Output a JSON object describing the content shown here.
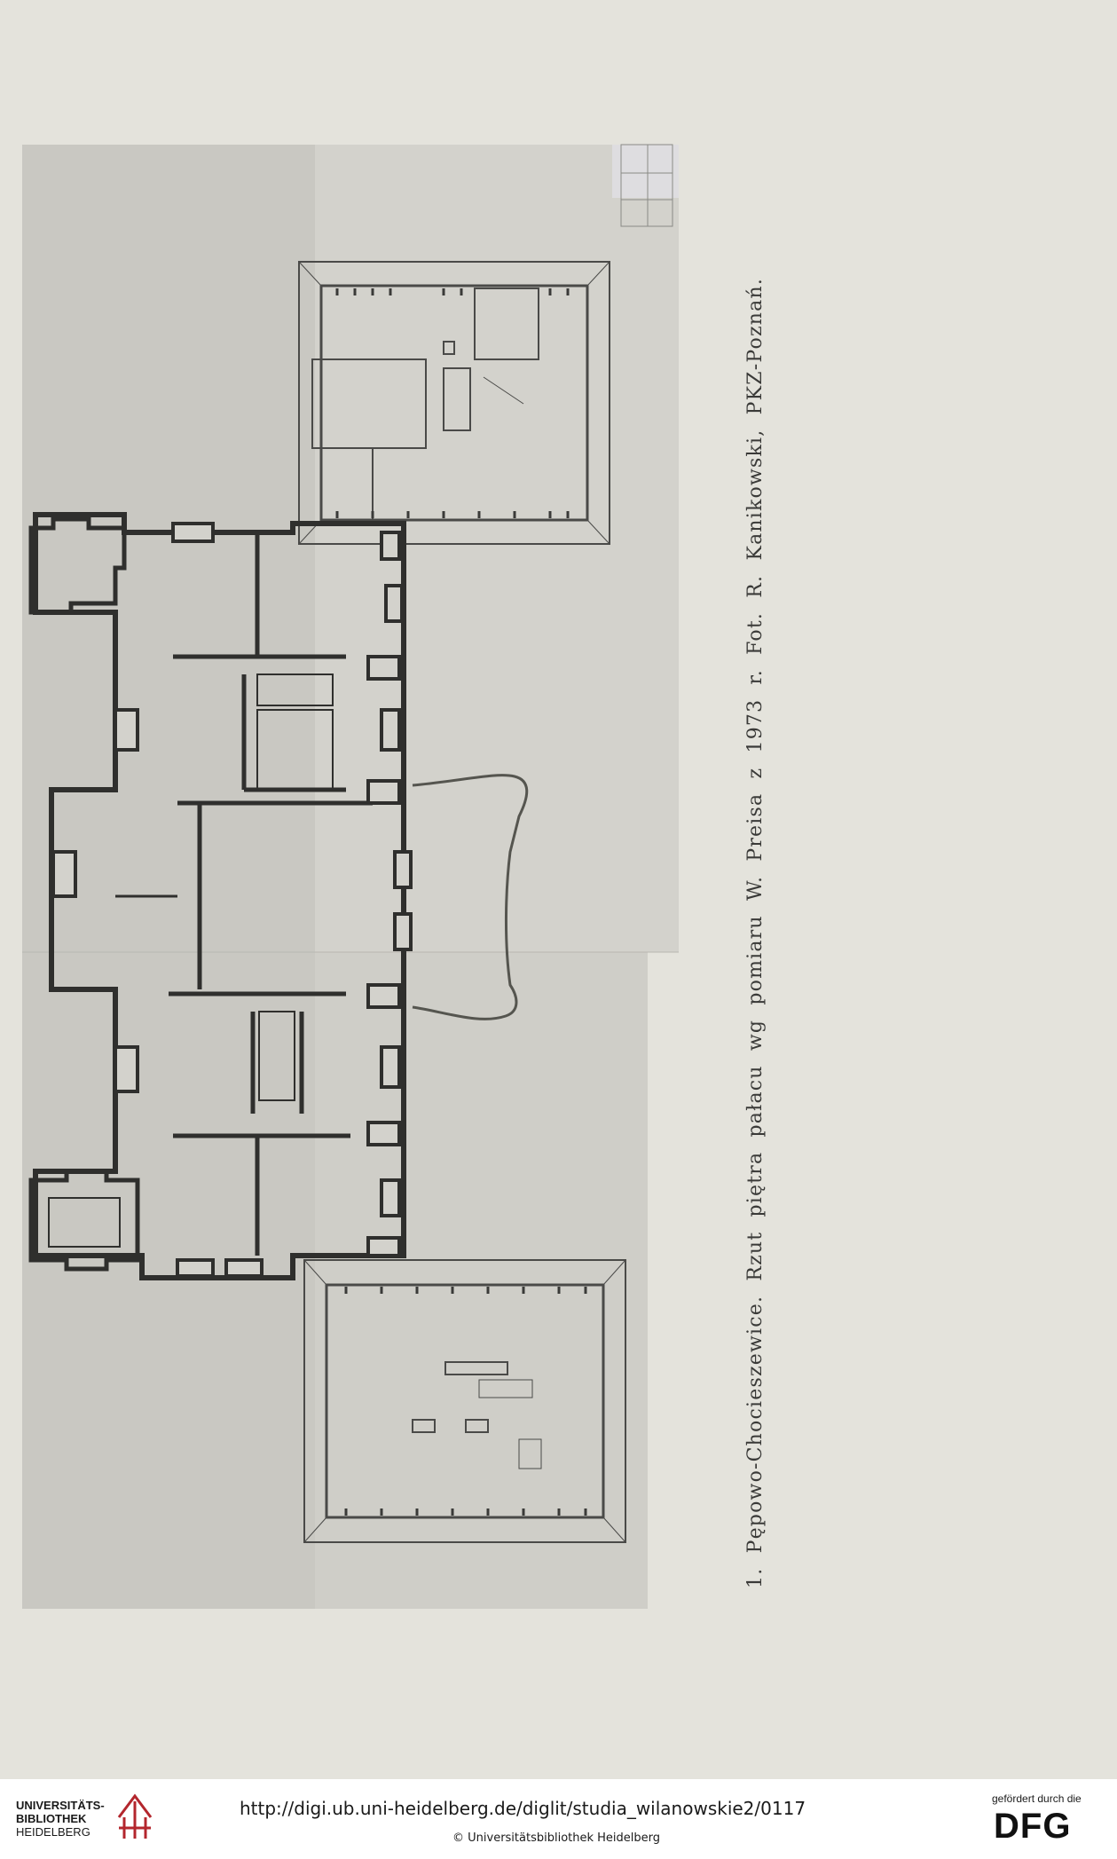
{
  "caption": "1. Pępowo-Chocieszewice. Rzut piętra pałacu wg pomiaru W. Preisa z 1973 r. Fot. R. Kanikowski, PKZ-Poznań.",
  "footer": {
    "library_line1": "UNIVERSITÄTS-",
    "library_line2": "BIBLIOTHEK",
    "library_line3": "HEIDELBERG",
    "url": "http://digi.ub.uni-heidelberg.de/diglit/studia_wilanowskie2/0117",
    "copyright": "© Universitätsbibliothek Heidelberg",
    "funding_note": "gefördert durch die",
    "funder_logo": "DFG"
  },
  "colors": {
    "page": "#e4e3dc",
    "photo_left": "#c9c8c2",
    "photo_right": "#d6d5cf",
    "wall": "#3a3a38",
    "ub_red": "#b3262d"
  },
  "icons": {
    "library_mark": "ub-heidelberg-mark-icon"
  }
}
